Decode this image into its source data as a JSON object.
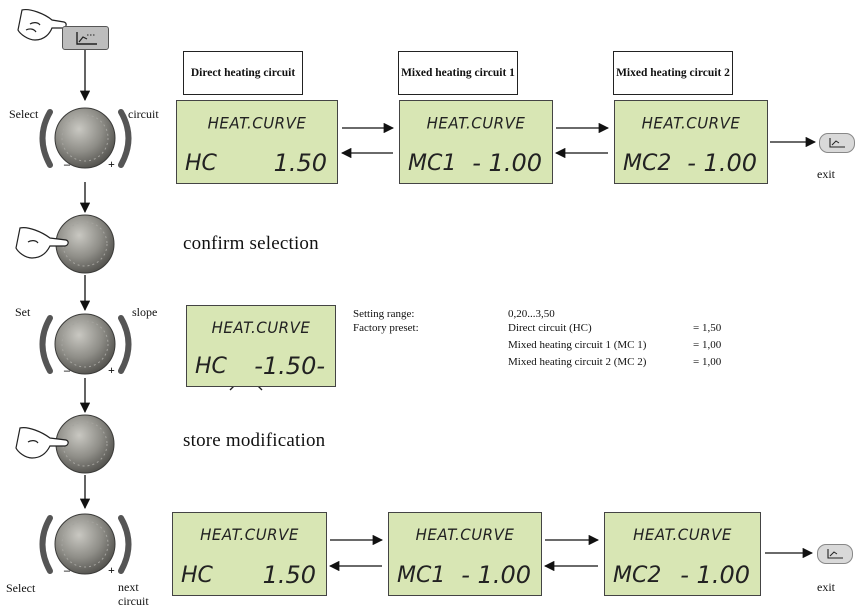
{
  "steps": {
    "step1": {
      "left": "Select",
      "right": "circuit"
    },
    "step2": {
      "text": "confirm selection"
    },
    "step3": {
      "left": "Set",
      "right": "slope"
    },
    "step4": {
      "text": "store modification"
    },
    "step5": {
      "left": "Select",
      "right": "next circuit"
    }
  },
  "headers": [
    "Direct heating circuit",
    "Mixed heating circuit 1",
    "Mixed heating circuit 2"
  ],
  "screens_top": [
    {
      "title": "HEAT.CURVE",
      "code": "HC",
      "value": "1.50"
    },
    {
      "title": "HEAT.CURVE",
      "code": "MC1",
      "value": "- 1.00"
    },
    {
      "title": "HEAT.CURVE",
      "code": "MC2",
      "value": "- 1.00"
    }
  ],
  "screen_set": {
    "title": "HEAT.CURVE",
    "code": "HC",
    "value": "-1.50-"
  },
  "screens_bottom": [
    {
      "title": "HEAT.CURVE",
      "code": "HC",
      "value": "1.50"
    },
    {
      "title": "HEAT.CURVE",
      "code": "MC1",
      "value": "- 1.00"
    },
    {
      "title": "HEAT.CURVE",
      "code": "MC2",
      "value": "- 1.00"
    }
  ],
  "exit_label": "exit",
  "settings": {
    "range_label": "Setting range:",
    "range_value": "0,20...3,50",
    "preset_label": "Factory preset:",
    "presets": [
      {
        "name": "Direct circuit  (HC)",
        "value": "= 1,50"
      },
      {
        "name": "Mixed heating circuit 1 (MC 1)",
        "value": "= 1,00"
      },
      {
        "name": "Mixed heating circuit 2 (MC 2)",
        "value": "= 1,00"
      }
    ]
  },
  "knob_minus": "–",
  "knob_plus": "+",
  "icons": {
    "button": "heat-curve-icon",
    "hand": "pointing-hand-icon",
    "knob": "rotary-knob-icon"
  },
  "colors": {
    "lcd": "#d8e6b4",
    "knob": "#8a8a86",
    "button": "#bdbdbd"
  }
}
